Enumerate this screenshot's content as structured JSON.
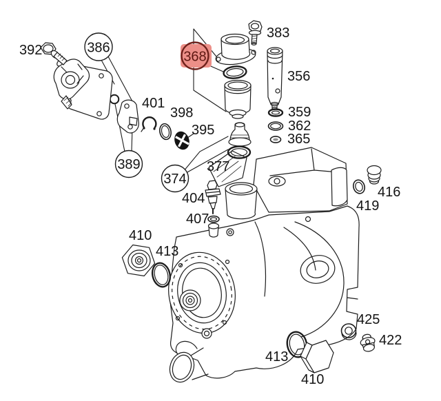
{
  "diagram": {
    "background": "#ffffff",
    "line_color": "#1c1c1c"
  },
  "highlight": {
    "selected_part": "368",
    "box_fill": "#ec8f88",
    "ring_stroke": "#6e211b",
    "text_color": "#5e1812"
  },
  "callouts": {
    "circled": [
      "386",
      "368",
      "389",
      "374"
    ],
    "highlighted": "368"
  },
  "labels": {
    "p392": "392",
    "p386": "386",
    "p368": "368",
    "p383": "383",
    "p356": "356",
    "p359": "359",
    "p362": "362",
    "p365": "365",
    "p401": "401",
    "p398": "398",
    "p395": "395",
    "p389": "389",
    "p374": "374",
    "p377": "377",
    "p404": "404",
    "p407": "407",
    "p410_top": "410",
    "p413_top": "413",
    "p416": "416",
    "p419": "419",
    "p425": "425",
    "p422": "422",
    "p413_bottom": "413",
    "p410_bottom": "410"
  }
}
